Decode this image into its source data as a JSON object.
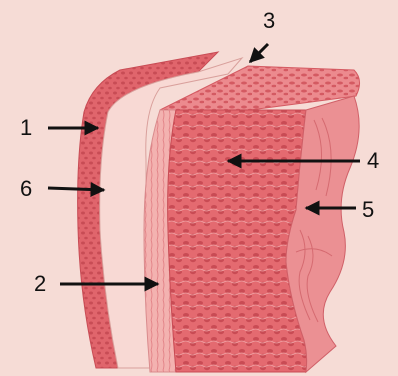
{
  "colors": {
    "background": "#f6dcd6",
    "outer_layer": "#e0656c",
    "outer_layer_dark": "#c84c55",
    "middle_band": "#f8d9d4",
    "inner_tissue": "#e46a70",
    "inner_tissue_dark": "#c94b54",
    "inner_tissue_light": "#f0a4a6",
    "inner_top_face": "#ec8a8e",
    "pale_edge": "#f3b2b0",
    "arrow": "#111111"
  },
  "labels": [
    {
      "id": "1",
      "text": "1",
      "part": "outer-layer"
    },
    {
      "id": "2",
      "text": "2",
      "part": "inner-front-edge"
    },
    {
      "id": "3",
      "text": "3",
      "part": "top-gap"
    },
    {
      "id": "4",
      "text": "4",
      "part": "inner-tissue"
    },
    {
      "id": "5",
      "text": "5",
      "part": "wavy-surface"
    },
    {
      "id": "6",
      "text": "6",
      "part": "middle-band"
    }
  ]
}
